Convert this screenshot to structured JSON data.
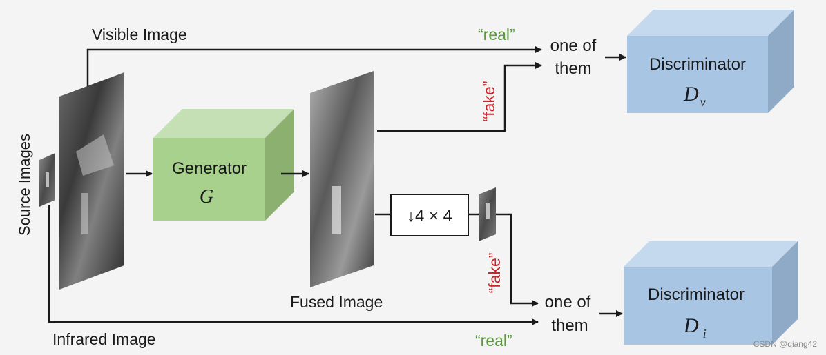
{
  "colors": {
    "background": "#f4f4f4",
    "real": "#5a9a3c",
    "fake": "#c8262b",
    "generator_front": "#a9d18e",
    "generator_top": "#c5e0b4",
    "generator_side": "#8cb06f",
    "discriminator_front": "#a8c6e4",
    "discriminator_top": "#c4d8ee",
    "discriminator_side": "#8faac6",
    "arrow": "#1a1a1a"
  },
  "labels": {
    "source_images": "Source Images",
    "visible_image": "Visible Image",
    "infrared_image": "Infrared Image",
    "fused_image": "Fused Image",
    "real_top": "“real”",
    "real_bottom": "“real”",
    "fake_top": "“fake”",
    "fake_bottom": "“fake”",
    "one_of_top": "one of",
    "them_top": "them",
    "one_of_bottom": "one of",
    "them_bottom": "them",
    "downsample": "↓4 × 4",
    "watermark": "CSDN @qiang42"
  },
  "generator": {
    "name": "Generator",
    "symbol": "G"
  },
  "discriminator_v": {
    "name": "Discriminator",
    "symbol": "D",
    "subscript": "v"
  },
  "discriminator_i": {
    "name": "Discriminator",
    "symbol": "D",
    "subscript": "i"
  }
}
